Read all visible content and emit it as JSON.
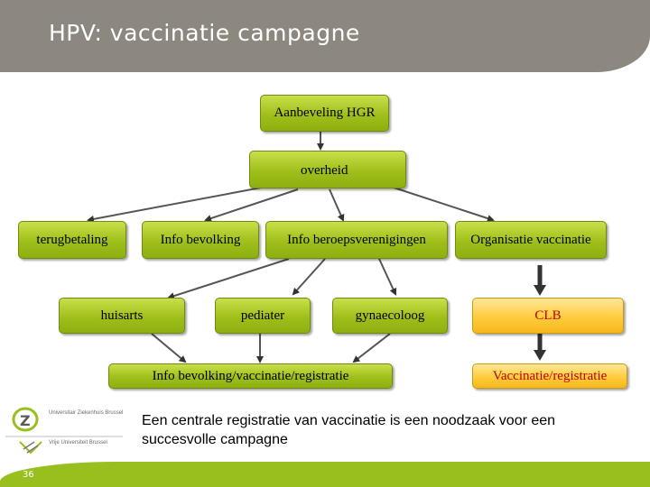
{
  "header": {
    "title": "HPV: vaccinatie campagne"
  },
  "diagram": {
    "nodes": {
      "aanbeveling": "Aanbeveling HGR",
      "overheid": "overheid",
      "terugbetaling": "terugbetaling",
      "info_bevolking": "Info bevolking",
      "info_beroeps": "Info beroepsverenigingen",
      "organisatie": "Organisatie vaccinatie",
      "huisarts": "huisarts",
      "pediater": "pediater",
      "gynaecoloog": "gynaecoloog",
      "clb": "CLB",
      "info_registratie": "Info bevolking/vaccinatie/registratie",
      "vaccinatie_registratie": "Vaccinatie/registratie"
    },
    "colors": {
      "green": "#9fbf1a",
      "orange": "#ffcc3c",
      "red_text": "#c00000"
    }
  },
  "note": "Een centrale registratie van vaccinatie is een noodzaak voor een succesvolle campagne",
  "logo": {
    "line1": "Universitair Ziekenhuis Brussel",
    "line2": "Vrije Universiteit Brussel"
  },
  "footer": {
    "page_number": "36"
  }
}
